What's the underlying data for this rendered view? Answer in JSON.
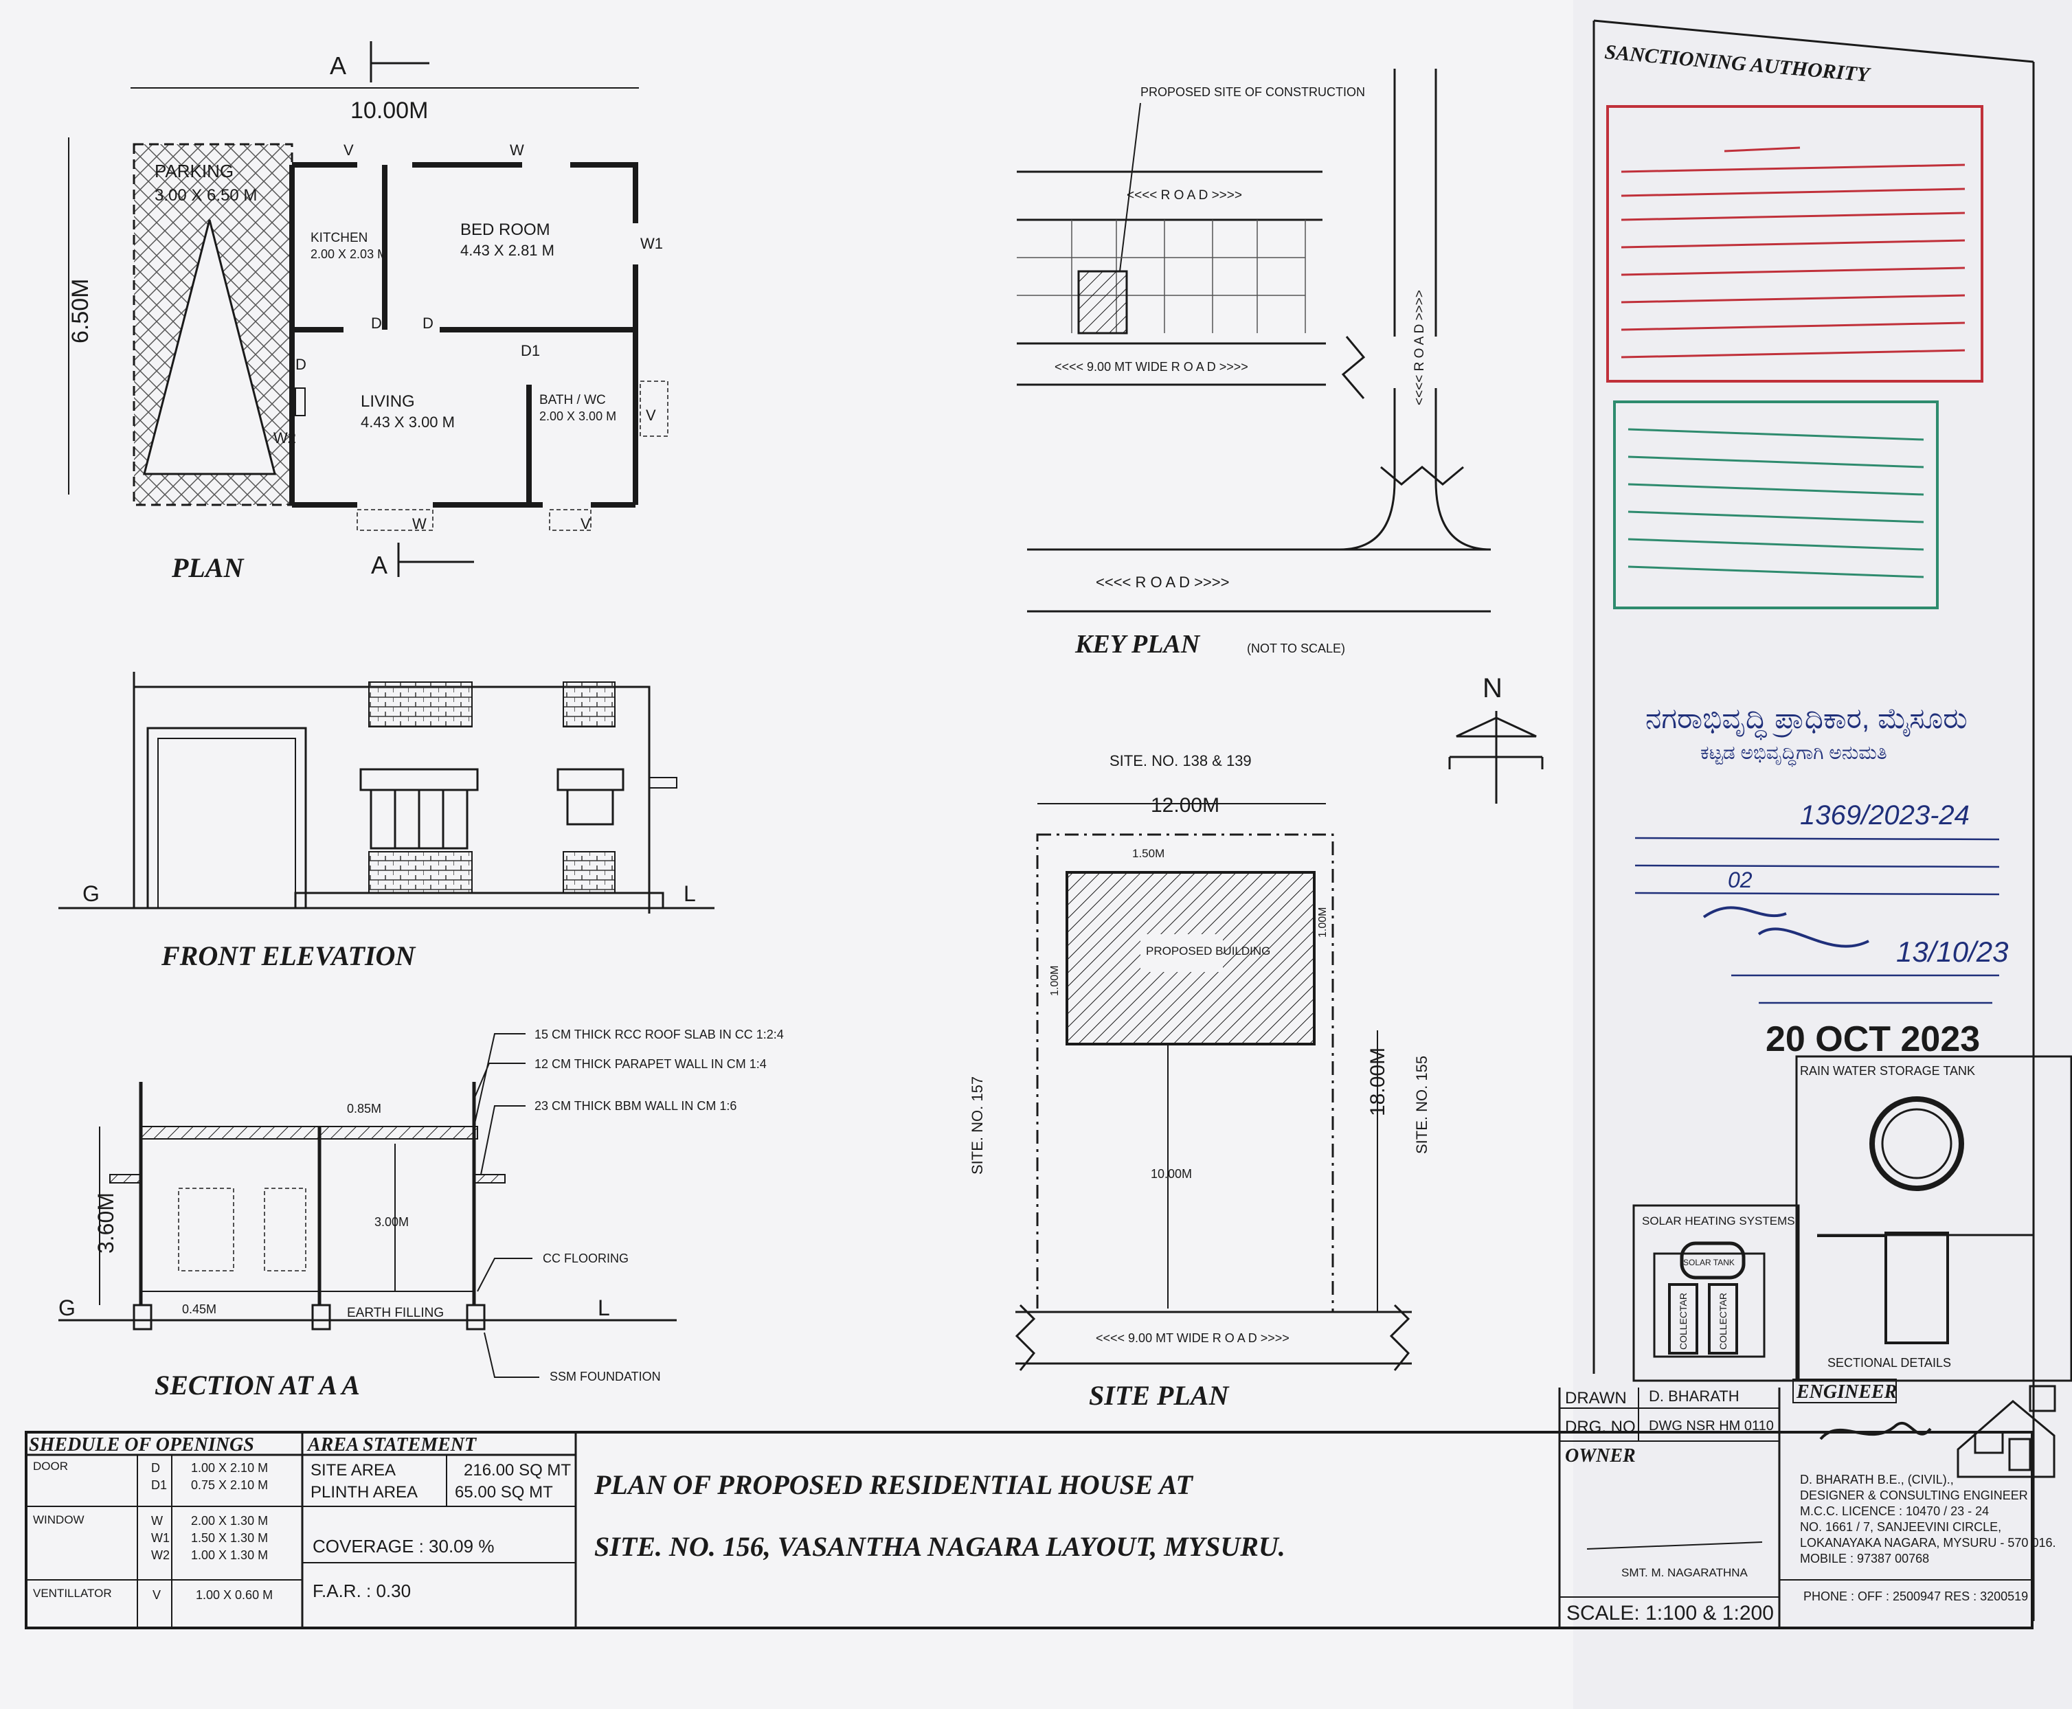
{
  "plan": {
    "title": "PLAN",
    "dim_width": "10.00M",
    "dim_depth": "6.50M",
    "section_marker": "A",
    "parking_label": "PARKING",
    "parking_size": "3.00 X 6.50 M",
    "kitchen_label": "KITCHEN",
    "kitchen_size": "2.00 X 2.03 M",
    "bedroom_label": "BED ROOM",
    "bedroom_size": "4.43 X 2.81 M",
    "living_label": "LIVING",
    "living_size": "4.43 X 3.00 M",
    "bath_label": "BATH / WC",
    "bath_size": "2.00 X 3.00 M",
    "tag_v": "V",
    "tag_w": "W",
    "tag_w1": "W1",
    "tag_w2": "W2",
    "tag_d": "D",
    "tag_d1": "D1"
  },
  "elevation": {
    "title": "FRONT ELEVATION",
    "ground_left": "G",
    "ground_right": "L"
  },
  "section": {
    "title": "SECTION AT A A",
    "note_slab": "15 CM THICK RCC ROOF SLAB IN CC 1:2:4",
    "note_parapet": "12 CM THICK PARAPET WALL IN CM 1:4",
    "note_wall": "23 CM THICK BBM WALL IN CM 1:6",
    "note_flooring": "CC FLOORING",
    "note_foundation": "SSM FOUNDATION",
    "height_total": "3.60M",
    "height_room": "3.00M",
    "dim_top": "0.85M",
    "dim_plinth": "0.45M",
    "earth_filling": "EARTH FILLING",
    "ground_left": "G",
    "ground_right": "L"
  },
  "key_plan": {
    "title": "KEY PLAN",
    "note": "(NOT TO SCALE)",
    "proposed_site": "PROPOSED SITE OF CONSTRUCTION",
    "road_top": "<<<< R O A D >>>>",
    "road_mid": "<<<<  9.00 MT  WIDE  R O A D >>>>",
    "road_bottom": "<<<<  R O A D >>>>",
    "road_vertical": "<<<< R O A D >>>>"
  },
  "site_plan": {
    "title": "SITE PLAN",
    "north": "N",
    "site_top": "SITE. NO. 138 & 139",
    "site_left": "SITE. NO. 157",
    "site_right": "SITE. NO. 155",
    "width": "12.00M",
    "depth": "18.00M",
    "front_setback": "10.00M",
    "rear_setback": "1.50M",
    "left_setback": "1.00M",
    "right_setback": "1.00M",
    "building": "PROPOSED BUILDING",
    "road": "<<<<  9.00 MT  WIDE  R O A D >>>>"
  },
  "authority": {
    "title": "SANCTIONING AUTHORITY",
    "org_kannada": "ನಗರಾಭಿವೃದ್ಧಿ ಪ್ರಾಧಿಕಾರ, ಮೈಸೂರು",
    "permit_kannada": "ಕಟ್ಟಡ ಅಭಿವೃದ್ಧಿಗಾಗಿ ಅನುಮತಿ",
    "permit_no": "1369/2023-24",
    "signed_date": "13/10/23",
    "stamp_date": "20 OCT 2023",
    "valid_years": "02"
  },
  "rain_tank": {
    "title": "RAIN WATER STORAGE TANK",
    "sectional": "SECTIONAL DETAILS"
  },
  "solar": {
    "title": "SOLAR HEATING SYSTEMS",
    "tank": "SOLAR TANK",
    "collector": "COLLECTAR"
  },
  "openings": {
    "title": "SHEDULE OF OPENINGS",
    "rows": [
      {
        "type": "DOOR",
        "code": "D",
        "size": "1.00 X 2.10 M"
      },
      {
        "type": "",
        "code": "D1",
        "size": "0.75 X 2.10 M"
      },
      {
        "type": "WINDOW",
        "code": "W",
        "size": "2.00 X 1.30 M"
      },
      {
        "type": "",
        "code": "W1",
        "size": "1.50 X 1.30 M"
      },
      {
        "type": "",
        "code": "W2",
        "size": "1.00 X 1.30 M"
      },
      {
        "type": "VENTILLATOR",
        "code": "V",
        "size": "1.00 X 0.60 M"
      }
    ]
  },
  "area": {
    "title": "AREA STATEMENT",
    "site_area_label": "SITE AREA",
    "site_area_value": "216.00 SQ MT",
    "plinth_area_label": "PLINTH AREA",
    "plinth_area_value": "65.00 SQ MT",
    "coverage": "COVERAGE :  30.09 %",
    "far": "F.A.R. :  0.30"
  },
  "project": {
    "line1": "PLAN  OF  PROPOSED  RESIDENTIAL  HOUSE  AT",
    "line2": "SITE.  NO.  156,  VASANTHA  NAGARA  LAYOUT,  MYSURU."
  },
  "titleblock": {
    "drawn_label": "DRAWN",
    "drawn_value": "D. BHARATH",
    "drg_label": "DRG. NO",
    "drg_value": "DWG NSR HM 0110",
    "owner_label": "OWNER",
    "owner_name": "SMT. M. NAGARATHNA",
    "scale": "SCALE: 1:100  &  1:200",
    "engineer_label": "ENGINEER",
    "eng_line1": "D. BHARATH  B.E., (CIVIL).,",
    "eng_line2": "DESIGNER  &  CONSULTING  ENGINEER",
    "eng_line3": "M.C.C. LICENCE :  10470 / 23 - 24",
    "eng_line4": "NO. 1661 / 7,  SANJEEVINI  CIRCLE,",
    "eng_line5": "LOKANAYAKA  NAGARA,  MYSURU - 570 016.",
    "eng_line6": "MOBILE :  97387 00768",
    "phone": "PHONE :     OFF : 2500947     RES : 3200519"
  },
  "colors": {
    "ink": "#1a1a1a",
    "paper": "#f4f4f6",
    "stamp_red": "#c0303a",
    "stamp_green": "#2e8b6e",
    "stamp_blue": "#1f2f7a"
  }
}
